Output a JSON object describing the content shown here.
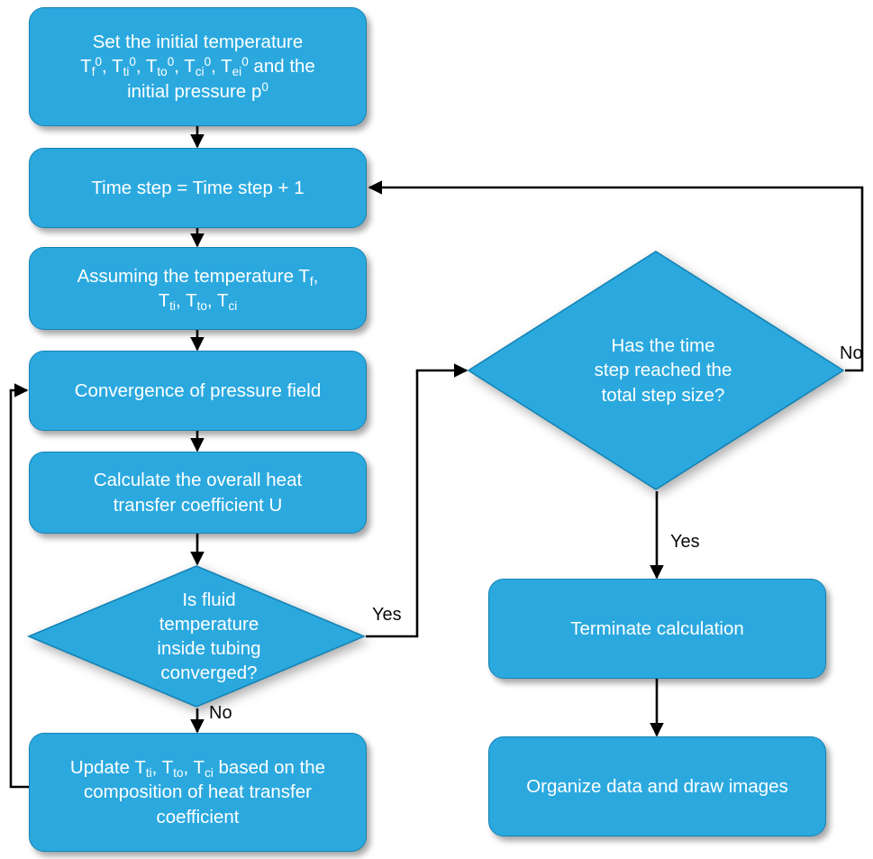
{
  "diagram": {
    "type": "flowchart",
    "title": "",
    "accent_color": "#2BA9DF",
    "border_color": "#1583B5",
    "text_color": "#FFFFFF",
    "edge_color": "#000000",
    "background": "#FFFFFF"
  },
  "nodes": {
    "set_initial": {
      "shape": "process",
      "line1": "Set the initial temperature",
      "line2_prefix": "T",
      "text_plain": "Set the initial temperature Tf0, Tti0, Tto0, Tci0, Tei0 and the initial pressure p0"
    },
    "time_step": {
      "shape": "process",
      "label": "Time step = Time step + 1"
    },
    "assuming_temp": {
      "shape": "process",
      "text_plain": "Assuming the temperature Tf, Tti, Tto, Tci"
    },
    "convergence_pressure": {
      "shape": "process",
      "label": "Convergence of pressure field"
    },
    "calculate_u": {
      "shape": "process",
      "line1": "Calculate the overall heat",
      "line2": "transfer coefficient U"
    },
    "fluid_converged": {
      "shape": "decision",
      "line1": "Is fluid",
      "line2": "temperature",
      "line3": "inside tubing",
      "line4": "converged?"
    },
    "update_temps": {
      "shape": "process",
      "text_plain": "Update Tti, Tto, Tci based on the composition of heat transfer coefficient",
      "line2": "composition of heat transfer",
      "line3": "coefficient"
    },
    "time_reached": {
      "shape": "decision",
      "line1": "Has the time",
      "line2": "step reached the",
      "line3": "total step size?"
    },
    "terminate": {
      "shape": "process",
      "label": "Terminate calculation"
    },
    "organize": {
      "shape": "process",
      "label": "Organize data and draw images"
    }
  },
  "edge_labels": {
    "fluid_yes": "Yes",
    "fluid_no": "No",
    "time_no": "No",
    "time_yes": "Yes"
  },
  "symbols": {
    "T": "T",
    "p": "p",
    "sub_f": "f",
    "sub_ti": "ti",
    "sub_to": "to",
    "sub_ci": "ci",
    "sub_ei": "ei",
    "sup_0": "0",
    "comma": ",",
    "and_the": "and the",
    "initial_pressure": "initial pressure"
  }
}
